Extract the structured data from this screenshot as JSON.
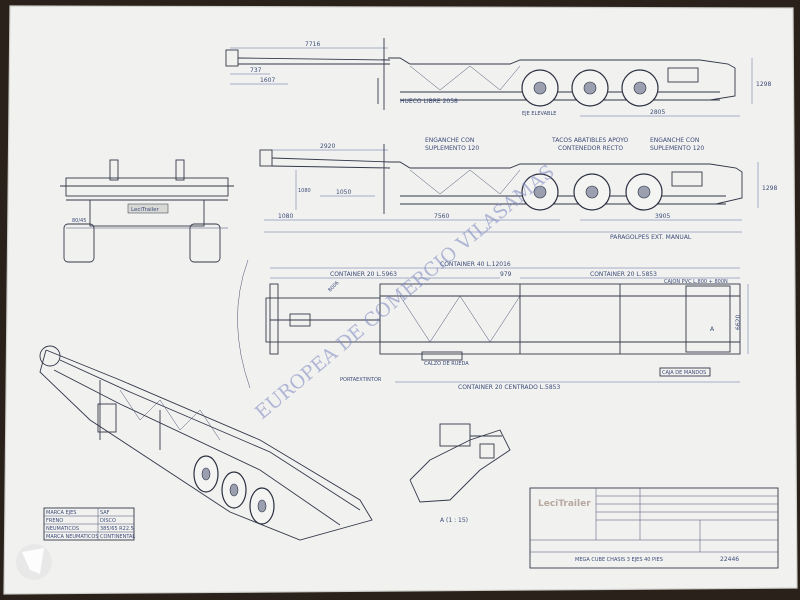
{
  "side_view_top": {
    "overall_length": "7716",
    "dim_1": "737",
    "dim_2": "1607",
    "dim_3": "2805",
    "dim_height": "1298",
    "label_hueco": "HUECO LIBRE 2058",
    "label_eje": "EJE ELEVABLE"
  },
  "side_view_mid": {
    "label_enganche_left": [
      "ENGANCHE CON",
      "SUPLEMENTO 120"
    ],
    "label_tacos": [
      "TACOS ABATIBLES APOYO",
      "CONTENEDOR RECTO"
    ],
    "label_enganche_right": [
      "ENGANCHE CON",
      "SUPLEMENTO 120"
    ],
    "dim_2920": "2920",
    "dim_1050": "1050",
    "dim_1080": "1080",
    "dim_7560": "7560",
    "dim_3905": "3905",
    "dim_1298": "1298",
    "label_paragolpes": "PARAGOLPES EXT. MANUAL"
  },
  "plan_view": {
    "label_container40": "CONTAINER 40 L.12016",
    "label_container20_left": "CONTAINER 20 L.5963",
    "label_container20_right": "CONTAINER 20 L.5853",
    "dim_979": "979",
    "dim_width": "6620",
    "label_cajon": "CAJON PVC L.800 + 800N",
    "label_calzo": "CALZO DE RUEDA",
    "label_caja_mandos": "CAJA DE MANDOS",
    "label_portaextintor": "PORTAEXTINTOR",
    "label_centered": "CONTAINER 20 CENTRADO L.5853",
    "dim_8006": "8006",
    "section_marker": "A"
  },
  "front_view": {
    "brand_plate": "LeciTrailer",
    "dim_80_45": "80/45"
  },
  "detail": {
    "label": "A  (1 : 15)"
  },
  "spec_table": {
    "rows": [
      {
        "key": "MARCA EJES",
        "value": "SAF"
      },
      {
        "key": "FRENO",
        "value": "DISCO"
      },
      {
        "key": "NEUMATICOS",
        "value": "385/65 R22.5"
      },
      {
        "key": "MARCA NEUMATICOS",
        "value": "CONTINENTAL"
      }
    ]
  },
  "title_block": {
    "brand": "LeciTrailer",
    "title": "MEGA CUBE CHASIS 3 EJES 40 PIES",
    "drawing_number": "22446"
  },
  "watermark": {
    "text": "EUROPEA DE COMERCIO VILASAMAS"
  },
  "colors": {
    "paper": "#f1f1ef",
    "ink": "#33384a",
    "dimension_ink": "#3d4d7a",
    "watermark": "#7c86c0",
    "background": "#2a211b"
  }
}
